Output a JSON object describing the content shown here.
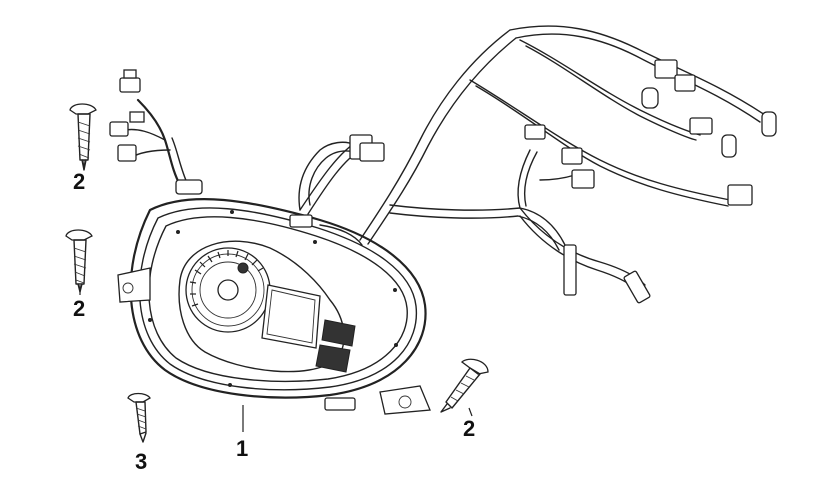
{
  "callouts": {
    "screw_top": "2",
    "screw_middle": "2",
    "screw_right": "2",
    "screw_small": "3",
    "meter_assembly": "1"
  },
  "colors": {
    "line": "#222222",
    "background": "#ffffff"
  }
}
